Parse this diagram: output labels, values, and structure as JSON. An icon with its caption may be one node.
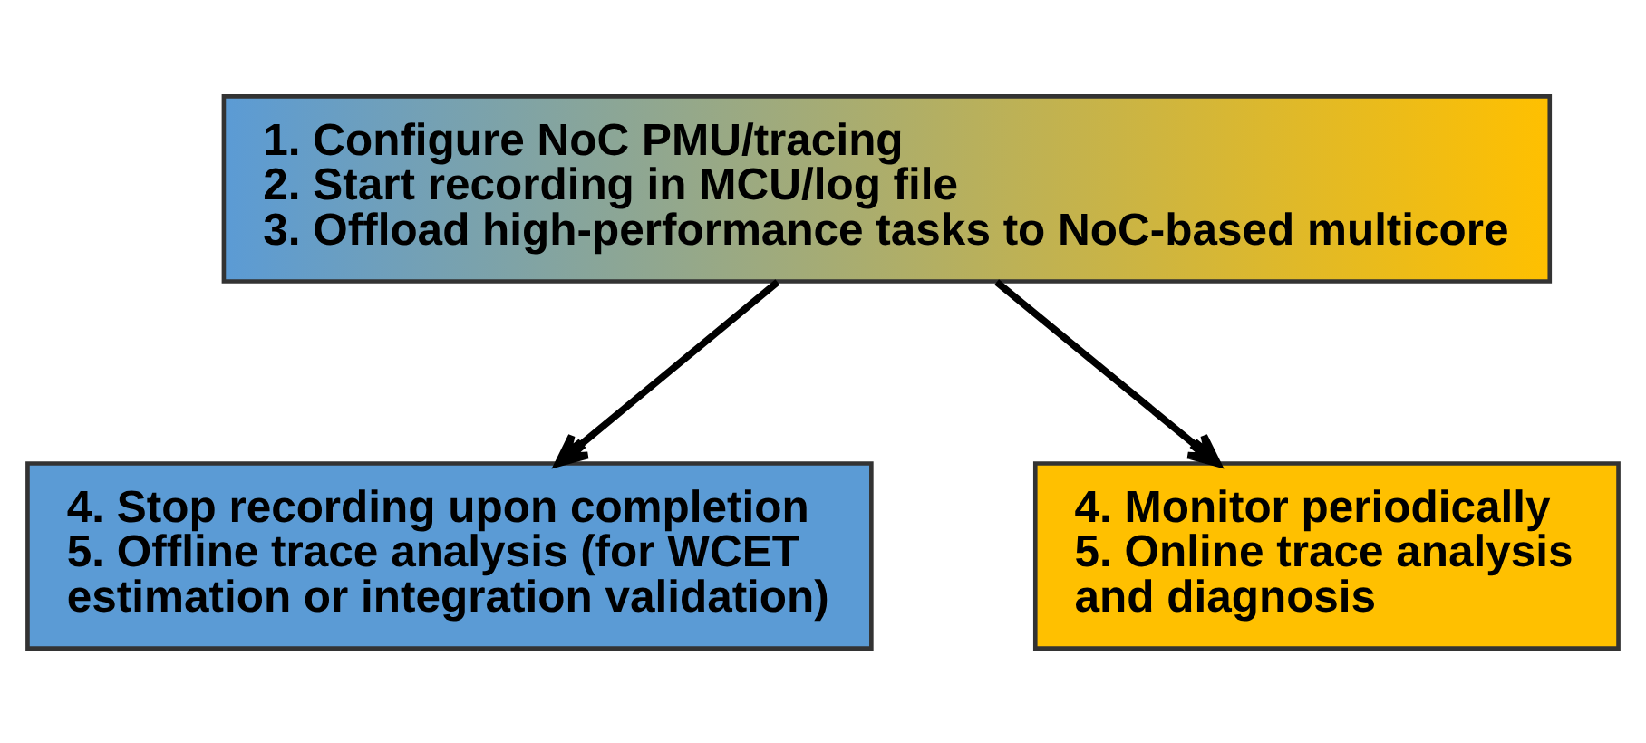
{
  "diagram": {
    "nodes": [
      {
        "text": [
          "1. Configure NoC PMU/tracing",
          "2. Start recording in MCU/log file",
          "3. Offload high-performance tasks to NoC-based multicore"
        ]
      },
      {
        "text": [
          "4. Stop recording upon completion",
          "5. Offline trace analysis (for WCET estimation or integration validation)"
        ]
      },
      {
        "text": [
          "4. Monitor periodically",
          "5. Online trace analysis and diagnosis"
        ]
      }
    ],
    "edges": [
      {
        "from": 0,
        "to": 1,
        "arrow": "to"
      },
      {
        "from": 0,
        "to": 2,
        "arrow": "to"
      }
    ]
  }
}
